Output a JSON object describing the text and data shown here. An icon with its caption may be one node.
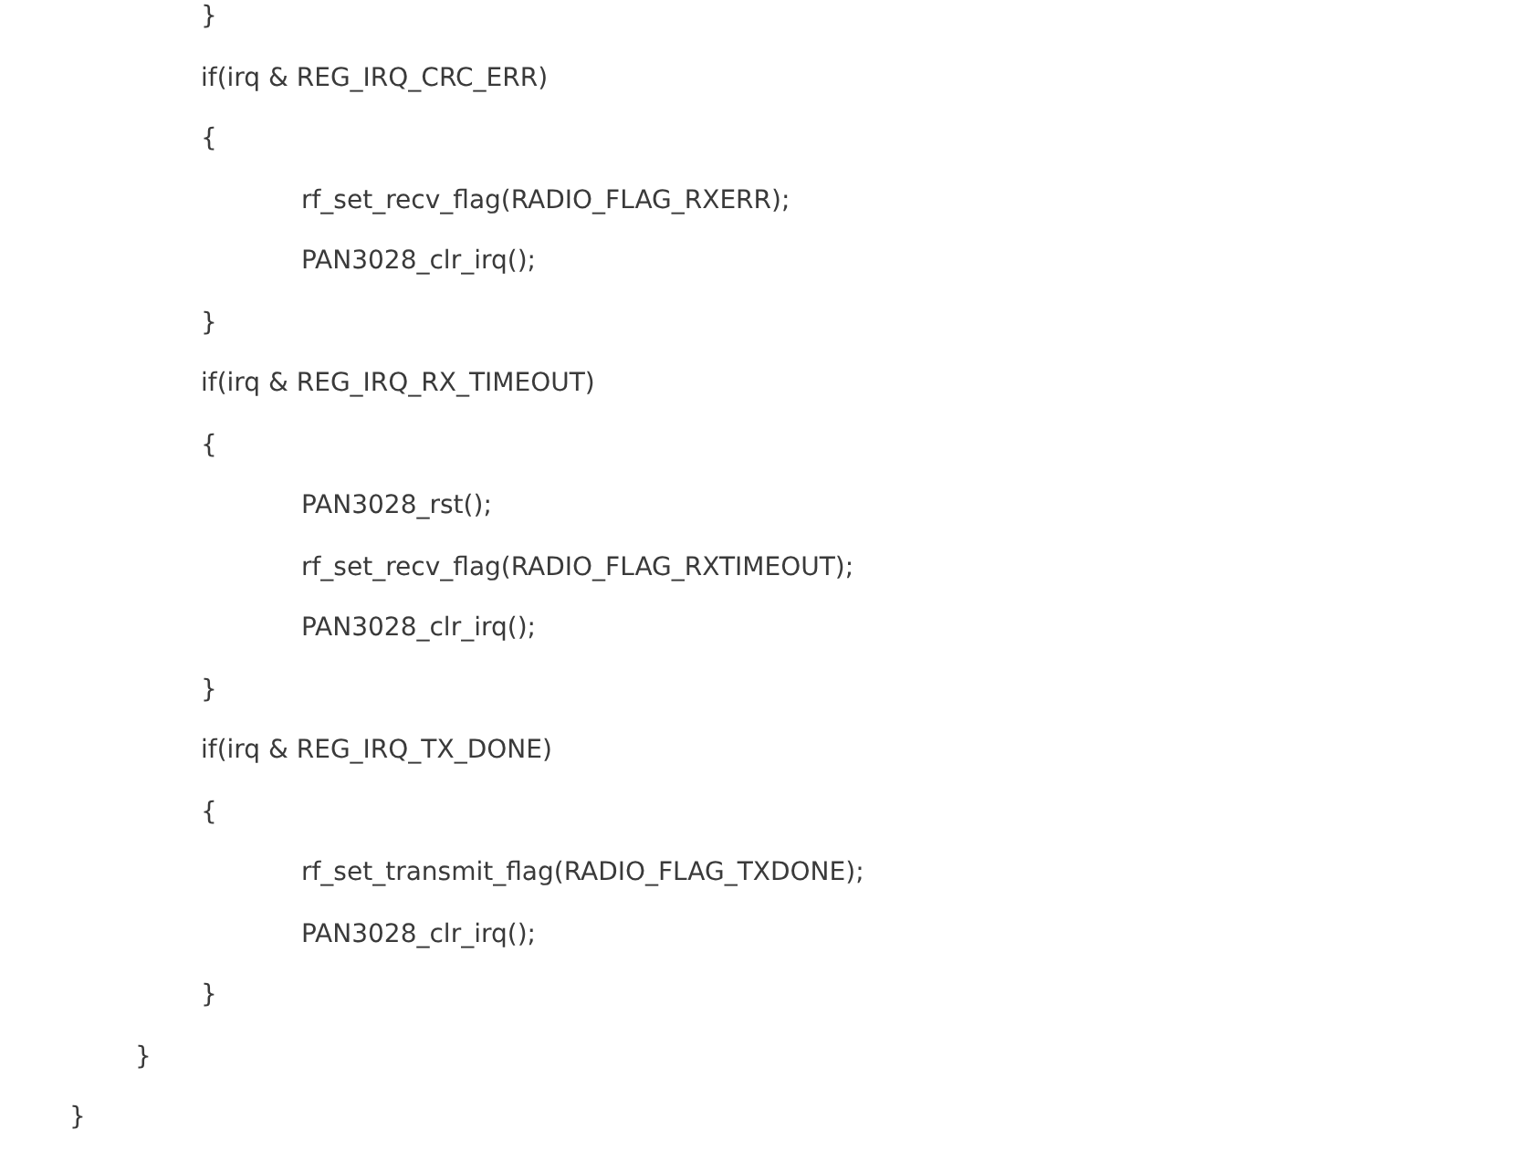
{
  "diagram": {
    "labels": [
      "}",
      "if(irq & REG_IRQ_CRC_ERR)",
      "{",
      "rf_set_recv_flag(RADIO_FLAG_RXERR);",
      "PAN3028_clr_irq();",
      "}",
      "if(irq & REG_IRQ_RX_TIMEOUT)",
      "{",
      "PAN3028_rst();",
      "rf_set_recv_flag(RADIO_FLAG_RXTIMEOUT);",
      "PAN3028_clr_irq();",
      "}",
      "if(irq & REG_IRQ_TX_DONE)",
      "{",
      "rf_set_transmit_flag(RADIO_FLAG_TXDONE);",
      "PAN3028_clr_irq();",
      "}",
      "}",
      "}"
    ]
  }
}
